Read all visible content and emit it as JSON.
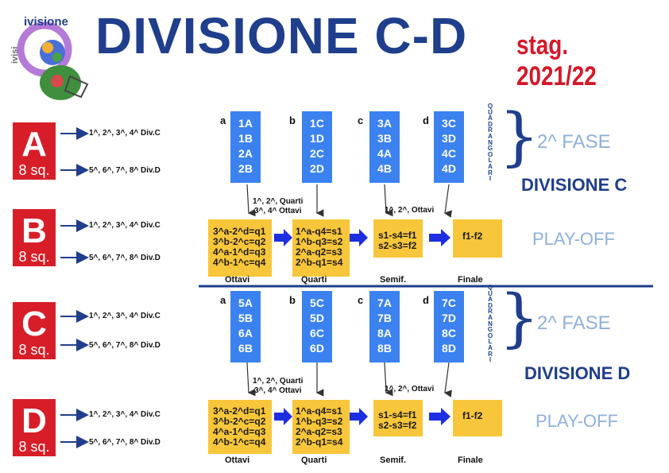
{
  "title": "DIVISIONE C-D",
  "season": "stag. 2021/22",
  "logo": {
    "text_top": "ivisione",
    "text_side": "ivisi"
  },
  "groups": [
    {
      "letter": "A",
      "count": "8 sq."
    },
    {
      "letter": "B",
      "count": "8 sq."
    },
    {
      "letter": "C",
      "count": "8 sq."
    },
    {
      "letter": "D",
      "count": "8 sq."
    }
  ],
  "arrow_labels": {
    "top": "1^, 2^, 3^, 4^ Div.C",
    "bottom": "5^, 6^, 7^, 8^ Div.D"
  },
  "div_c": {
    "quads": [
      {
        "label": "a",
        "teams": [
          "1A",
          "1B",
          "2A",
          "2B"
        ]
      },
      {
        "label": "b",
        "teams": [
          "1C",
          "1D",
          "2C",
          "2D"
        ]
      },
      {
        "label": "c",
        "teams": [
          "3A",
          "3B",
          "4A",
          "4B"
        ]
      },
      {
        "label": "d",
        "teams": [
          "3C",
          "3D",
          "4C",
          "4D"
        ]
      }
    ],
    "quadrangolari": "QUADRANGOLARI",
    "fase": "2^ FASE",
    "division": "DIVISIONE C",
    "playoff": "PLAY-OFF"
  },
  "div_d": {
    "quads": [
      {
        "label": "a",
        "teams": [
          "5A",
          "5B",
          "6A",
          "6B"
        ]
      },
      {
        "label": "b",
        "teams": [
          "5C",
          "5D",
          "6C",
          "6D"
        ]
      },
      {
        "label": "c",
        "teams": [
          "7A",
          "7B",
          "8A",
          "8B"
        ]
      },
      {
        "label": "d",
        "teams": [
          "7C",
          "7D",
          "8C",
          "8D"
        ]
      }
    ],
    "quadrangolari": "QUADRANGOLARI",
    "fase": "2^ FASE",
    "division": "DIVISIONE D",
    "playoff": "PLAY-OFF"
  },
  "flow": {
    "quarti_label": "1^, 2^,  Quarti",
    "ottavi_label": "3^, 4^ Ottavi",
    "semi_label": "1^, 2^,  Ottavi",
    "ottavi": [
      "3^a-2^d=q1",
      "3^b-2^c=q2",
      "4^a-1^d=q3",
      "4^b-1^c=q4"
    ],
    "quarti": [
      "1^a-q4=s1",
      "1^b-q3=s2",
      "2^a-q2=s3",
      "2^b-q1=s4"
    ],
    "semi": [
      "s1-s4=f1",
      "s2-s3=f2"
    ],
    "finale": "f1-f2",
    "cap_ottavi": "Ottavi",
    "cap_quarti": "Quarti",
    "cap_semi": "Semif.",
    "cap_finale": "Finale"
  },
  "colors": {
    "title": "#1f3e8c",
    "season": "#d6182a",
    "group_box": "#d71e28",
    "quad_box": "#3b82f0",
    "flow_box": "#f8c63a",
    "fase_text": "#8fb0d8",
    "divider": "#1f3e8c"
  }
}
